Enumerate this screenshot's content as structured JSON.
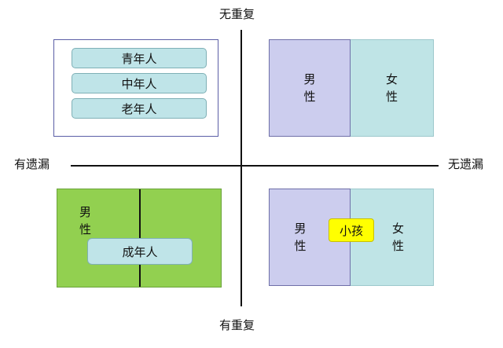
{
  "axes": {
    "top": "无重复",
    "bottom": "有重复",
    "left": "有遗漏",
    "right": "无遗漏"
  },
  "quadrant_top_left": {
    "items": [
      "青年人",
      "中年人",
      "老年人"
    ]
  },
  "quadrant_top_right": {
    "male": [
      "男",
      "性"
    ],
    "female": [
      "女",
      "性"
    ]
  },
  "quadrant_bottom_left": {
    "gender": [
      "男",
      "性"
    ],
    "adult": "成年人"
  },
  "quadrant_bottom_right": {
    "male": [
      "男",
      "性"
    ],
    "female": [
      "女",
      "性"
    ],
    "child": "小孩"
  },
  "colors": {
    "male_fill": "#cccdee",
    "female_fill": "#bfe4e6",
    "pill_fill": "#bfe4e8",
    "green_fill": "#92d050",
    "child_fill": "#ffff00"
  }
}
